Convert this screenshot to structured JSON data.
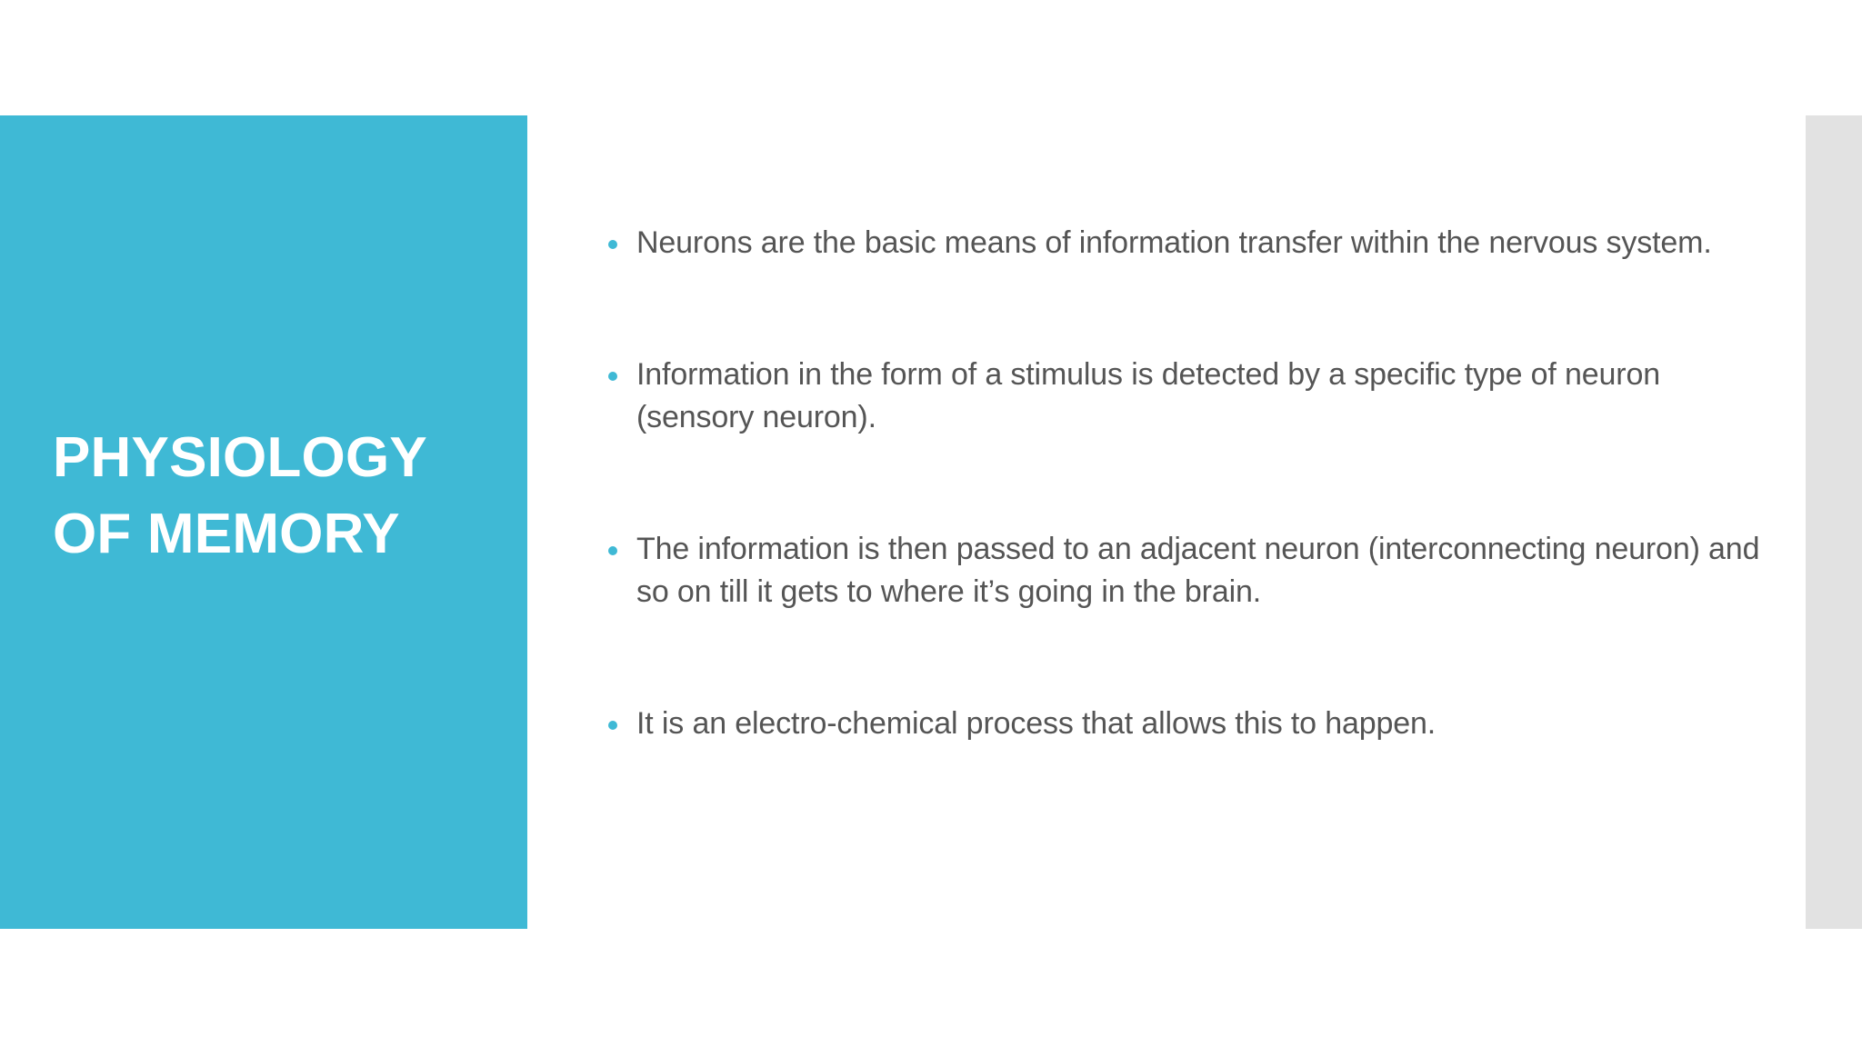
{
  "slide": {
    "title": "Physiology of Memory",
    "title_display": "PHYSIOLOGY\nOF MEMORY",
    "accent_color": "#3FB9D5",
    "body_text_color": "#555555",
    "background_color": "#FFFFFF",
    "edge_band_color": "#E2E2E2"
  },
  "bullets": [
    {
      "marker": "bullet-dot-icon",
      "text": "Neurons are the basic means of information transfer within the nervous system."
    },
    {
      "marker": "bullet-dot-icon",
      "text": "Information in the form of a stimulus is detected by a specific type of neuron (sensory neuron)."
    },
    {
      "marker": "bullet-dot-icon",
      "text": "The information is then passed to an adjacent neuron (interconnecting neuron) and so on till it gets to where it’s going in the brain."
    },
    {
      "marker": "bullet-dot-icon",
      "text": "It is an electro-chemical process that allows this to happen."
    }
  ]
}
